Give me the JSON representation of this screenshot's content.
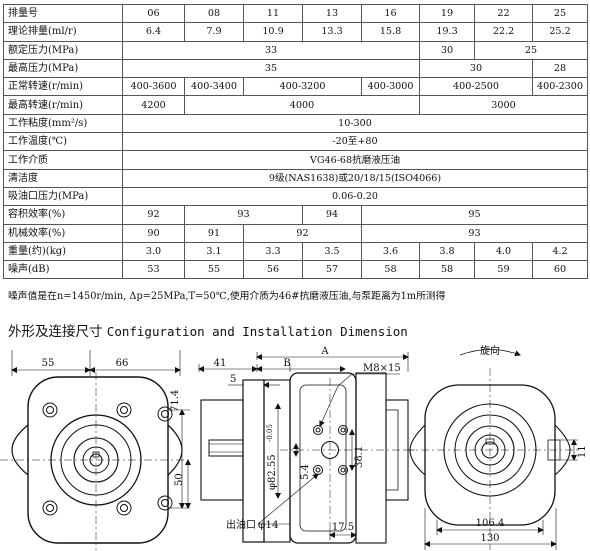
{
  "table": {
    "header_label": "排量号",
    "models": [
      "06",
      "08",
      "11",
      "13",
      "16",
      "19",
      "22",
      "25"
    ],
    "rows": [
      {
        "label": "理论排量(ml/r)",
        "cells": [
          {
            "t": "6.4",
            "s": 1
          },
          {
            "t": "7.9",
            "s": 1
          },
          {
            "t": "10.9",
            "s": 1
          },
          {
            "t": "13.3",
            "s": 1
          },
          {
            "t": "15.8",
            "s": 1
          },
          {
            "t": "19.3",
            "s": 1
          },
          {
            "t": "22.2",
            "s": 1
          },
          {
            "t": "25.2",
            "s": 1
          }
        ]
      },
      {
        "label": "额定压力(MPa)",
        "cells": [
          {
            "t": "33",
            "s": 5
          },
          {
            "t": "30",
            "s": 1
          },
          {
            "t": "25",
            "s": 2
          }
        ]
      },
      {
        "label": "最高压力(MPa)",
        "cells": [
          {
            "t": "35",
            "s": 5
          },
          {
            "t": "30",
            "s": 2
          },
          {
            "t": "28",
            "s": 1
          }
        ]
      },
      {
        "label": "正常转速(r/min)",
        "cells": [
          {
            "t": "400-3600",
            "s": 1
          },
          {
            "t": "400-3400",
            "s": 1
          },
          {
            "t": "400-3200",
            "s": 2
          },
          {
            "t": "400-3000",
            "s": 1
          },
          {
            "t": "400-2500",
            "s": 2
          },
          {
            "t": "400-2300",
            "s": 1
          }
        ]
      },
      {
        "label": "最高转速(r/min)",
        "cells": [
          {
            "t": "4200",
            "s": 1
          },
          {
            "t": "4000",
            "s": 4
          },
          {
            "t": "3000",
            "s": 3
          }
        ]
      },
      {
        "label": "工作粘度(mm²/s)",
        "cells": [
          {
            "t": "10-300",
            "s": 8
          }
        ]
      },
      {
        "label": "工作温度(℃)",
        "cells": [
          {
            "t": "-20至+80",
            "s": 8
          }
        ]
      },
      {
        "label": "工作介质",
        "cells": [
          {
            "t": "VG46-68抗磨液压油",
            "s": 8
          }
        ]
      },
      {
        "label": "清洁度",
        "cells": [
          {
            "t": "9级(NAS1638)或20/18/15(ISO4066)",
            "s": 8
          }
        ]
      },
      {
        "label": "吸油口压力(MPa)",
        "cells": [
          {
            "t": "0.06-0.20",
            "s": 8
          }
        ]
      },
      {
        "label": "容积效率(%)",
        "cells": [
          {
            "t": "92",
            "s": 1
          },
          {
            "t": "93",
            "s": 2
          },
          {
            "t": "94",
            "s": 1
          },
          {
            "t": "95",
            "s": 4
          }
        ]
      },
      {
        "label": "机械效率(%)",
        "cells": [
          {
            "t": "90",
            "s": 1
          },
          {
            "t": "91",
            "s": 1
          },
          {
            "t": "92",
            "s": 2
          },
          {
            "t": "93",
            "s": 4
          }
        ]
      },
      {
        "label": "重量(约)(kg)",
        "cells": [
          {
            "t": "3.0",
            "s": 1
          },
          {
            "t": "3.1",
            "s": 1
          },
          {
            "t": "3.3",
            "s": 1
          },
          {
            "t": "3.5",
            "s": 1
          },
          {
            "t": "3.6",
            "s": 1
          },
          {
            "t": "3.8",
            "s": 1
          },
          {
            "t": "4.0",
            "s": 1
          },
          {
            "t": "4.2",
            "s": 1
          }
        ]
      },
      {
        "label": "噪声(dB)",
        "cells": [
          {
            "t": "53",
            "s": 1
          },
          {
            "t": "55",
            "s": 1
          },
          {
            "t": "56",
            "s": 1
          },
          {
            "t": "57",
            "s": 1
          },
          {
            "t": "58",
            "s": 1
          },
          {
            "t": "58",
            "s": 1
          },
          {
            "t": "59",
            "s": 1
          },
          {
            "t": "60",
            "s": 1
          }
        ]
      }
    ]
  },
  "note": "噪声值是在n=1450r/min, Δp=25MPa,T=50℃,使用介质为46#抗磨液压油,与泵距离为1m所测得",
  "section": {
    "title_cn": "外形及连接尺寸",
    "title_en": "Configuration and Installation Dimension"
  },
  "dims": {
    "d55": "55",
    "d66": "66",
    "d71_4": "71.4",
    "d50": "50",
    "d41": "41",
    "dB": "B",
    "dA": "A",
    "d5": "5",
    "dM8": "M8×15",
    "dphi82": "φ82.55",
    "dtol": "-0.05",
    "d5_4": "5.4",
    "d38_1": "38.1",
    "doutlet": "出油口",
    "dphi14": "φ14",
    "d17_5": "17.5",
    "drot": "旋向",
    "d106_4": "106.4",
    "d130": "130",
    "d11": "11"
  }
}
